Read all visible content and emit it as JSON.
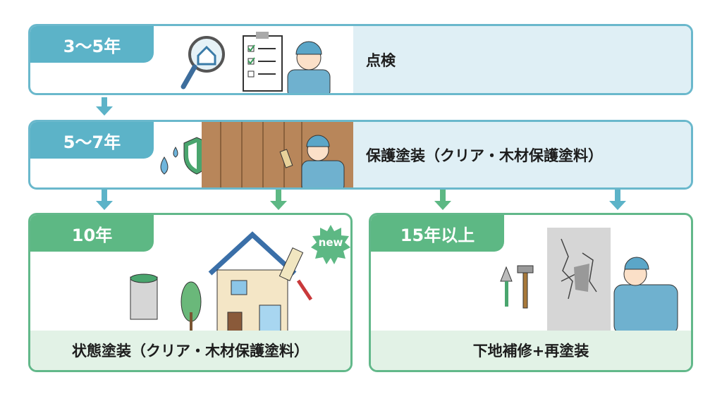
{
  "steps": [
    {
      "period": "3〜5年",
      "action": "点検"
    },
    {
      "period": "5〜7年",
      "action": "保護塗装（クリア・木材保護塗料）"
    },
    {
      "period": "10年",
      "action": "状態塗装（クリア・木材保護塗料）",
      "badge": "new"
    },
    {
      "period": "15年以上",
      "action": "下地補修+再塗装"
    }
  ],
  "colors": {
    "blue": "#5cb3c8",
    "green": "#5db884",
    "light_blue": "#dfeff5",
    "light_green": "#e2f2e6"
  }
}
